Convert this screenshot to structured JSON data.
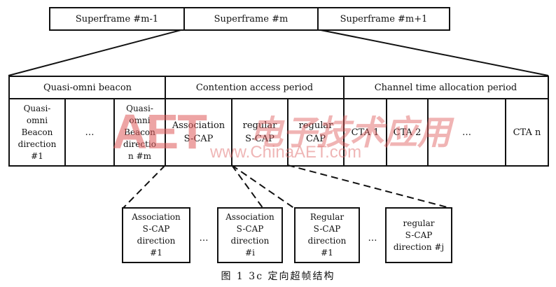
{
  "superframes": [
    {
      "label": "Superframe #m-1"
    },
    {
      "label": "Superframe #m"
    },
    {
      "label": "Superframe #m+1"
    }
  ],
  "periods": {
    "beacon": "Quasi-omni beacon",
    "cap": "Contention access period",
    "ctap": "Channel time allocation period"
  },
  "cells": {
    "beacon_first": "Quasi-\nomni\nBeacon\ndirection\n#1",
    "beacon_dots": "…",
    "beacon_last": "Quasi-\nomni\nBeacon\ndirectio\nn #m",
    "assoc_scap": "Association\nS-CAP",
    "regular_scap": "regular\nS-CAP",
    "regular_cap": "regular\nCAP",
    "cta1": "CTA 1",
    "cta2": "CTA 2",
    "cta_dots": "…",
    "cta_n": "CTA n"
  },
  "detail_boxes": [
    {
      "label": "Association\nS-CAP\ndirection\n#1"
    },
    {
      "label": "Association\nS-CAP\ndirection\n#i"
    },
    {
      "label": "Regular\nS-CAP\ndirection\n#1"
    },
    {
      "label": "regular\nS-CAP\ndirection #j"
    }
  ],
  "detail_dots": [
    "…",
    "…"
  ],
  "watermark": {
    "logo": "AET",
    "cn_name": "电子技术应用",
    "site": "www.ChinaAET.com",
    "color": "#e05a5a"
  },
  "caption": "图 1  3c 定向超帧结构"
}
